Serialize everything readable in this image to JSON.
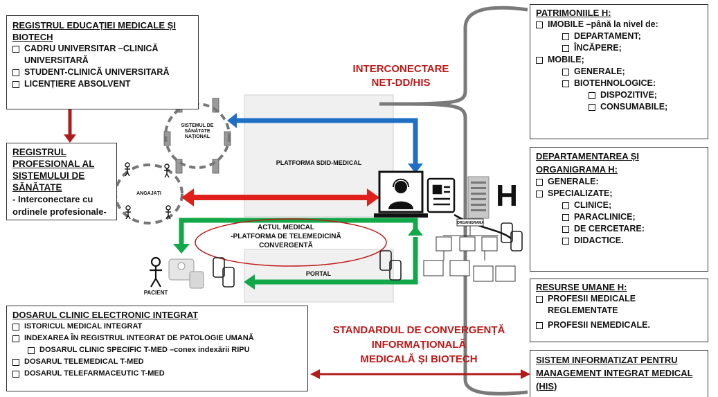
{
  "registru_educatie": {
    "title": "REGISTRUL EDUCAȚIEI MEDICALE ȘI BIOTECH",
    "items": [
      "CADRU UNIVERSITAR –CLINICĂ UNIVERSITARĂ",
      "STUDENT-CLINICĂ UNIVERSITARĂ",
      "LICENȚIERE ABSOLVENT"
    ]
  },
  "registru_profesional": {
    "title": "REGISTRUL PROFESIONAL AL SISTEMULUI DE SĂNĂTATE",
    "line1": "- Interconectare cu",
    "line2": "ordinele profesionale-"
  },
  "sistemul_national": "SISTEMUL DE SĂNĂTATE NAȚIONAL",
  "angajati": "ANGAJAȚI",
  "platforma": "PLATFORMA SDID-MEDICAL",
  "interconectare": {
    "line1": "INTERCONECTARE",
    "line2": "NET-DD/HIS"
  },
  "actul_medical": {
    "line1": "ACTUL MEDICAL",
    "line2": "-PLATFORMA DE TELEMEDICINĂ",
    "line3": "CONVERGENTĂ"
  },
  "portal": "PORTAL",
  "pacient": "PACIENT",
  "organigrama": "ORGANIGRAMA",
  "hospital_letter": "H",
  "standard": {
    "line1": "STANDARDUL DE CONVERGENȚĂ",
    "line2": "INFORMAȚIONALĂ",
    "line3": "MEDICALĂ ȘI BIOTECH"
  },
  "dosar": {
    "title": "DOSARUL CLINIC ELECTRONIC INTEGRAT",
    "items": [
      "ISTORICUL MEDICAL INTEGRAT",
      "INDEXAREA ÎN REGISTRUL INTEGRAT DE PATOLOGIE UMANĂ",
      "DOSARUL CLINIC SPECIFIC T-MED –conex indexării RIPU",
      "DOSARUL TELEMEDICAL T-MED",
      "DOSARUL TELEFARMACEUTIC T-MED"
    ]
  },
  "patrimoniu": {
    "title": "PATRIMONIILE H:",
    "imobile": "IMOBILE –până la nivel de:",
    "departament": "DEPARTAMENT;",
    "incapere": "ÎNCĂPERE;",
    "mobile": "MOBILE;",
    "generale": "GENERALE;",
    "biotehnologice": "BIOTEHNOLOGICE:",
    "dispozitive": "DISPOZITIVE;",
    "consumabile": "CONSUMABILE;"
  },
  "departamentarea": {
    "title": "DEPARTAMENTAREA ȘI ORGANIGRAMA H:",
    "generale": "GENERALE:",
    "specializate": "SPECIALIZATE;",
    "clinice": "CLINICE;",
    "paraclinice": "PARACLINICE;",
    "cercetare": "DE CERCETARE:",
    "didactice": "DIDACTICE."
  },
  "resurse": {
    "title": "RESURSE UMANE H:",
    "profesii_medicale": "PROFESII MEDICALE REGLEMENTATE",
    "profesii_nemedicale": "PROFESII NEMEDICALE."
  },
  "his": {
    "title": "SISTEM INFORMATIZAT PENTRU MANAGEMENT INTEGRAT MEDICAL (HIS)"
  },
  "colors": {
    "red": "#c01818",
    "blue": "#1f6fc4",
    "green": "#12a84a",
    "dark_red": "#b01c1c"
  }
}
